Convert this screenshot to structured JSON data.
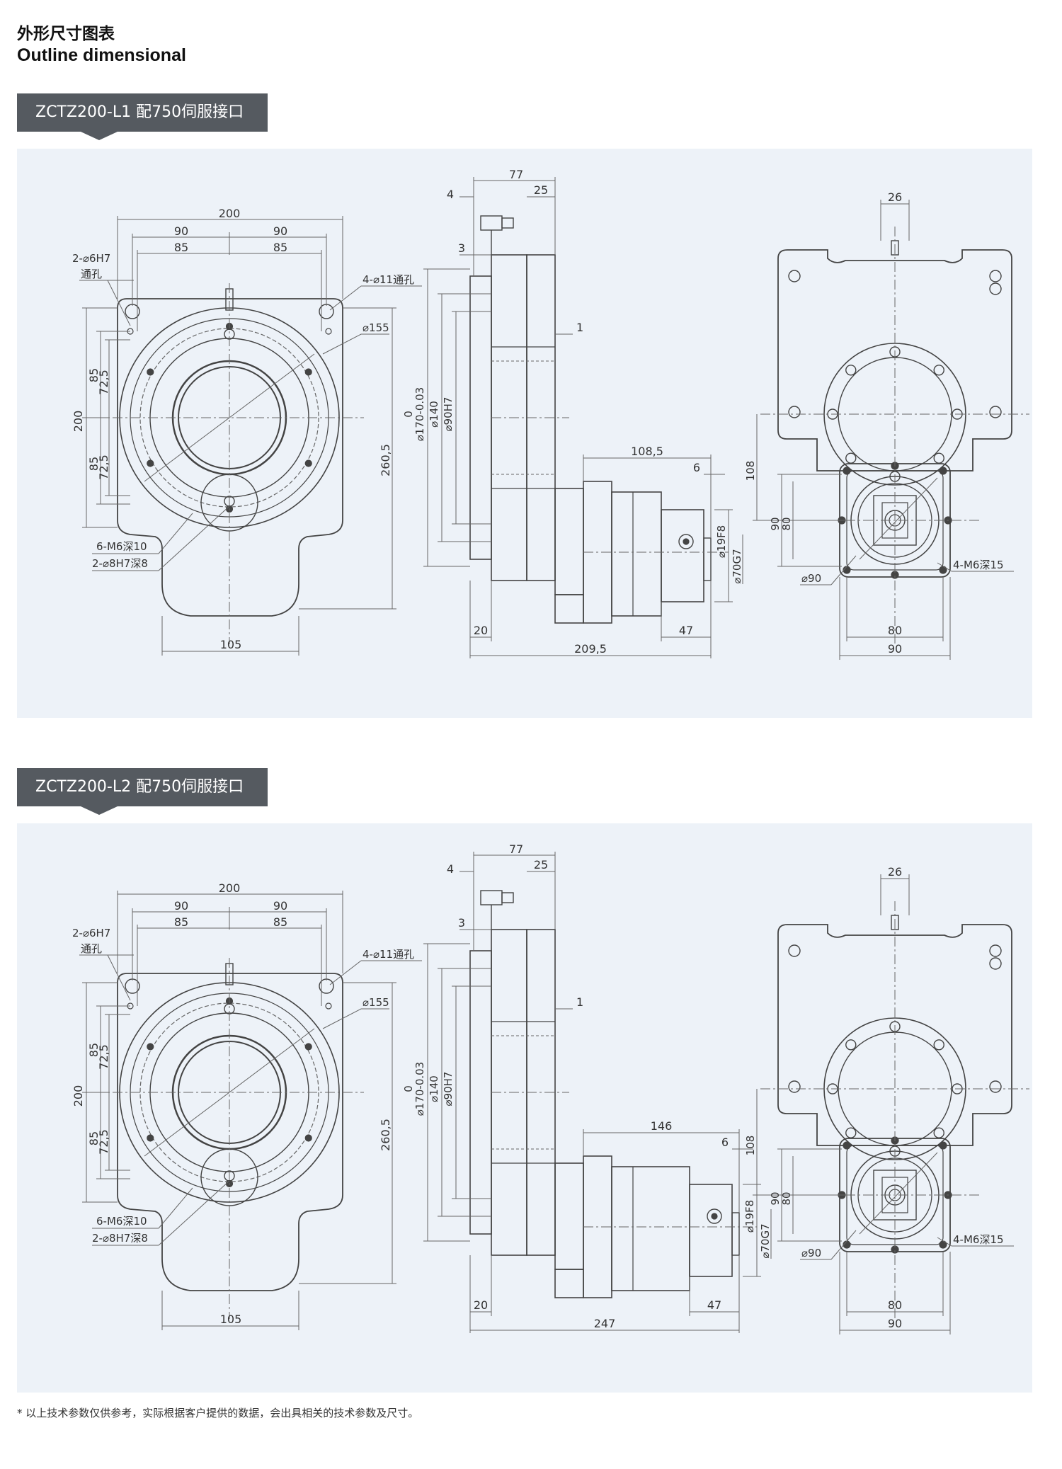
{
  "header": {
    "title_cn": "外形尺寸图表",
    "title_en": "Outline dimensional"
  },
  "sections": [
    {
      "tab_label": "ZCTZ200-L1 配750伺服接口",
      "front": {
        "w200": "200",
        "w90a": "90",
        "w90b": "90",
        "w85a": "85",
        "w85b": "85",
        "hole_6h7": "2-⌀6H7",
        "hole_6h7_sub": "通孔",
        "hole_11": "4-⌀11通孔",
        "dia155": "⌀155",
        "h200": "200",
        "h85a": "85",
        "h72a": "72,5",
        "h85b": "85",
        "h72b": "72,5",
        "h2605": "260,5",
        "m6": "6-M6深10",
        "h8h7": "2-⌀8H7深8",
        "w105": "105"
      },
      "side": {
        "d77": "77",
        "d4": "4",
        "d25": "25",
        "d3": "3",
        "d1": "1",
        "zero": "0",
        "dia170": "⌀170-0.03",
        "dia140": "⌀140",
        "dia90": "⌀90H7",
        "motor_len": "108,5",
        "d6": "6",
        "dia19": "⌀19F8",
        "dia70": "⌀70G7",
        "d20": "20",
        "d47": "47",
        "total": "209,5"
      },
      "rear": {
        "d26": "26",
        "d108": "108",
        "d90v": "90",
        "d80v": "80",
        "dia90": "⌀90",
        "m6": "4-M6深15",
        "d80": "80",
        "d90": "90"
      }
    },
    {
      "tab_label": "ZCTZ200-L2 配750伺服接口",
      "front": {
        "w200": "200",
        "w90a": "90",
        "w90b": "90",
        "w85a": "85",
        "w85b": "85",
        "hole_6h7": "2-⌀6H7",
        "hole_6h7_sub": "通孔",
        "hole_11": "4-⌀11通孔",
        "dia155": "⌀155",
        "h200": "200",
        "h85a": "85",
        "h72a": "72,5",
        "h85b": "85",
        "h72b": "72,5",
        "h2605": "260,5",
        "m6": "6-M6深10",
        "h8h7": "2-⌀8H7深8",
        "w105": "105"
      },
      "side": {
        "d77": "77",
        "d4": "4",
        "d25": "25",
        "d3": "3",
        "d1": "1",
        "zero": "0",
        "dia170": "⌀170-0.03",
        "dia140": "⌀140",
        "dia90": "⌀90H7",
        "motor_len": "146",
        "d6": "6",
        "dia19": "⌀19F8",
        "dia70": "⌀70G7",
        "d20": "20",
        "d47": "47",
        "total": "247"
      },
      "rear": {
        "d26": "26",
        "d108": "108",
        "d90v": "90",
        "d80v": "80",
        "dia90": "⌀90",
        "m6": "4-M6深15",
        "d80": "80",
        "d90": "90"
      }
    }
  ],
  "footnote": "*  以上技术参数仅供参考，实际根据客户提供的数据，会出具相关的技术参数及尺寸。"
}
